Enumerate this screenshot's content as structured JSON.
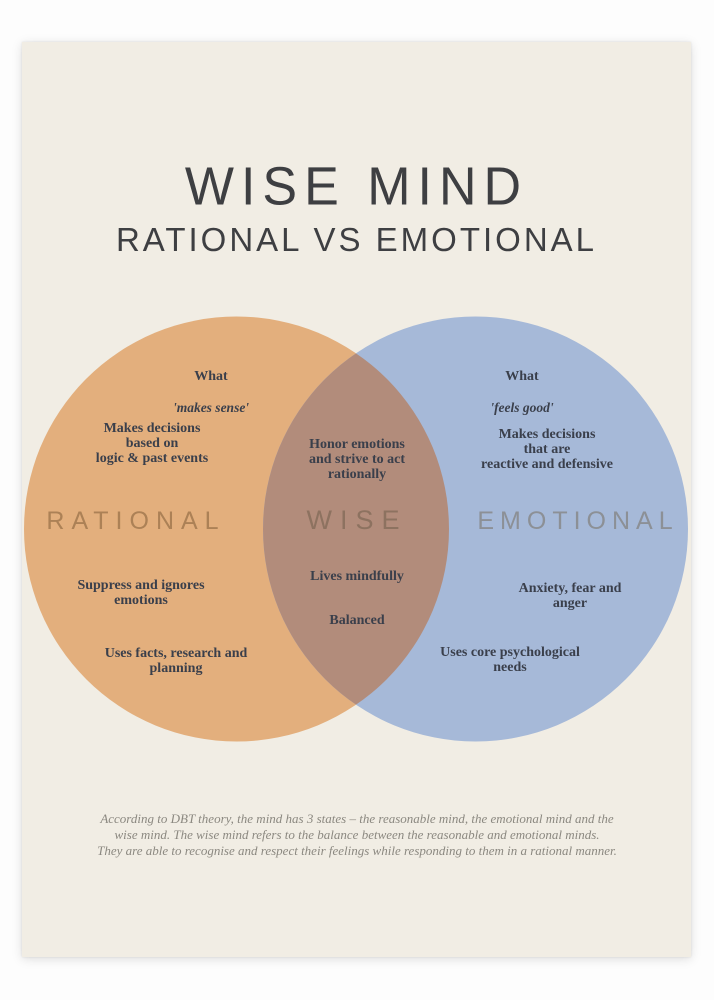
{
  "poster": {
    "title": "WISE MIND",
    "subtitle": "RATIONAL VS EMOTIONAL",
    "colors": {
      "background": "#f1ede4",
      "frame": "#fdfdfd",
      "rational_circle": "#e3af7d",
      "emotional_circle": "#a6b9d8",
      "overlap": "#b28c7b",
      "rational_label": "#ac8156",
      "wise_label": "#8d7260",
      "emotional_label": "#8c9096",
      "body_text": "#3a3f4b",
      "footer_text": "#8b8880"
    },
    "venn": {
      "left": {
        "label": "RATIONAL",
        "what_heading": "What",
        "what_quote": "'makes sense'",
        "point1": "Makes decisions\nbased on\nlogic & past events",
        "point2": "Suppress and ignores\nemotions",
        "point3": "Uses facts, research and\nplanning"
      },
      "overlap": {
        "label": "WISE",
        "point1": "Honor emotions\nand strive to act\nrationally",
        "point2": "Lives mindfully",
        "point3": "Balanced"
      },
      "right": {
        "label": "EMOTIONAL",
        "what_heading": "What",
        "what_quote": "'feels good'",
        "point1": "Makes decisions\nthat are\nreactive and defensive",
        "point2": "Anxiety, fear and anger",
        "point3": "Uses core psychological\nneeds"
      }
    },
    "footer": {
      "text": "According to DBT theory, the mind has 3 states – the reasonable mind, the emotional mind and the\nwise mind. The wise mind refers to the balance between the reasonable and emotional minds.\nThey are able to recognise and respect their feelings while responding to them in a rational manner."
    }
  }
}
